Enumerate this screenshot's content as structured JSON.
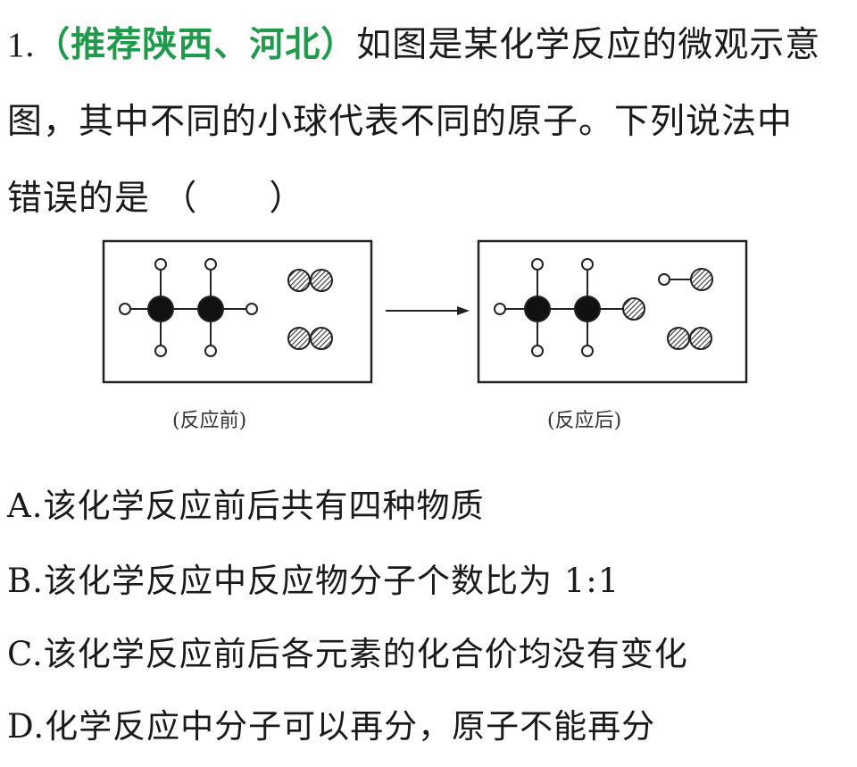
{
  "question": {
    "number": "1.",
    "source": "（推荐陕西、河北）",
    "line1": "如图是某化学反应的微观示意",
    "line2": "图，其中不同的小球代表不同的原子。下列说法中",
    "line3": "错误的是 （　　）"
  },
  "figure": {
    "caption_before": "(反应前)",
    "caption_after": "(反应后)",
    "colors": {
      "black_atom": "#111111",
      "white_atom": "#ffffff",
      "hatched_atom": "#444444"
    }
  },
  "options": {
    "a": "A.该化学反应前后共有四种物质",
    "b": "B.该化学反应中反应物分子个数比为 1:1",
    "c": "C.该化学反应前后各元素的化合价均没有变化",
    "d": "D.化学反应中分子可以再分，原子不能再分"
  }
}
